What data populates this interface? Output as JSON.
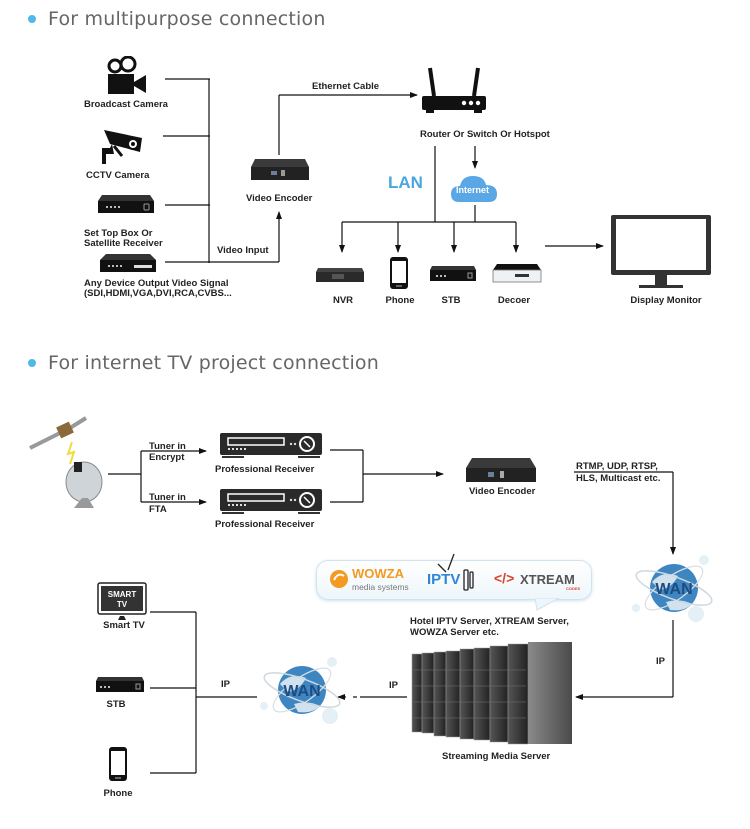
{
  "sections": [
    {
      "title": "For multipurpose connection"
    },
    {
      "title": "For internet TV project connection"
    }
  ],
  "colors": {
    "bullet": "#4fb9e8",
    "lan": "#4aa6e0",
    "cloud": "#5aa7e6",
    "title": "#666666",
    "wowza": "#f39a21",
    "xtream": "#d8432b",
    "iptv": "#2f86d6"
  },
  "diagram1": {
    "sources": [
      {
        "label": "Broadcast Camera",
        "icon": "movie-camera-icon"
      },
      {
        "label": "CCTV Camera",
        "icon": "cctv-camera-icon"
      },
      {
        "label": "Set Top Box Or\nSatellite Receiver",
        "label_line1": "Set Top Box Or",
        "label_line2": "Satellite Receiver",
        "icon": "set-top-box-icon"
      },
      {
        "label_line1": "Any Device Output Video Signal",
        "label_line2": "(SDI,HDMI,VGA,DVI,RCA,CVBS...",
        "icon": "receiver-icon"
      }
    ],
    "video_input_label": "Video Input",
    "encoder_label": "Video Encoder",
    "ethernet_label": "Ethernet Cable",
    "router_label": "Router Or Switch Or Hotspot",
    "lan_label": "LAN",
    "internet_label": "Internet",
    "outputs": [
      {
        "label": "NVR",
        "icon": "nvr-icon"
      },
      {
        "label": "Phone",
        "icon": "phone-icon"
      },
      {
        "label": "STB",
        "icon": "stb-icon"
      },
      {
        "label": "Decoer",
        "icon": "decoder-icon"
      }
    ],
    "monitor_label": "Display Monitor"
  },
  "diagram2": {
    "tuner1_line1": "Tuner in",
    "tuner1_line2": "Encrypt",
    "tuner2_line1": "Tuner in",
    "tuner2_line2": "FTA",
    "receiver_label": "Professional Receiver",
    "encoder_label": "Video Encoder",
    "protocols_line1": "RTMP, UDP, RTSP,",
    "protocols_line2": "HLS, Multicast etc.",
    "wan_label": "WAN",
    "ip_label": "IP",
    "logos": {
      "wowza": "WOWZA",
      "wowza_sub": "media systems",
      "iptv": "IPTV",
      "xtream": "XTREAM",
      "xtream_sub": "CODES"
    },
    "server_caption_line1": "Hotel IPTV Server, XTREAM Server,",
    "server_caption_line2": "WOWZA Server etc.",
    "server_label": "Streaming Media Server",
    "clients": [
      {
        "label": "Smart TV",
        "screen_line1": "SMART",
        "screen_line2": "TV",
        "icon": "smart-tv-icon"
      },
      {
        "label": "STB",
        "icon": "stb-icon"
      },
      {
        "label": "Phone",
        "icon": "phone-icon"
      }
    ]
  }
}
